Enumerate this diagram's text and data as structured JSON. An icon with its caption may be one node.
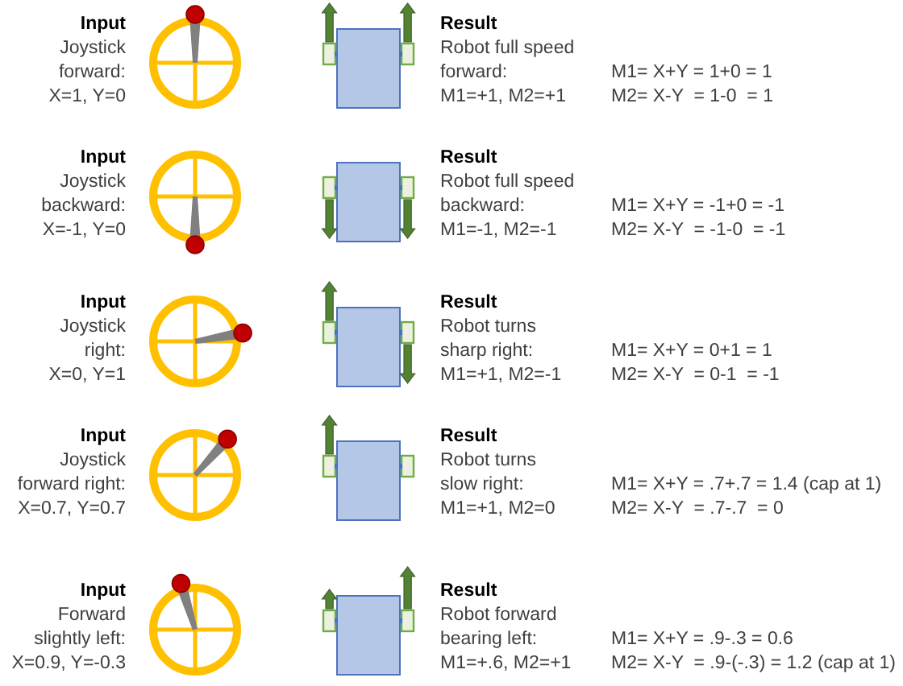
{
  "diagram": {
    "labels": [
      "Input",
      "Joystick forward:",
      "X=1, Y=0",
      "Result",
      "Robot full speed forward:",
      "M1=+1, M2=+1",
      "M1= X+Y = 1+0 = 1",
      "M2= X-Y  = 1-0  = 1",
      "Input",
      "Joystick backward:",
      "X=-1, Y=0",
      "Result",
      "Robot full speed backward:",
      "M1=-1, M2=-1",
      "M1= X+Y = -1+0 = -1",
      "M2= X-Y  = -1-0  = -1",
      "Input",
      "Joystick right:",
      "X=0, Y=1",
      "Result",
      "Robot turns sharp right:",
      "M1=+1, M2=-1",
      "M1= X+Y = 0+1 = 1",
      "M2= X-Y  = 0-1  = -1",
      "Input",
      "Joystick forward right:",
      "X=0.7, Y=0.7",
      "Result",
      "Robot turns slow right:",
      "M1=+1, M2=0",
      "M1= X+Y = .7+.7 = 1.4 (cap at 1)",
      "M2= X-Y  = .7-.7  = 0",
      "Input",
      "Forward slightly left:",
      "X=0.9, Y=-0.3",
      "Result",
      "Robot forward bearing left:",
      "M1=+.6, M2=+1",
      "M1= X+Y = .9-.3 = 0.6",
      "M2= X-Y  = .9-(-.3) = 1.2 (cap at 1)"
    ]
  }
}
